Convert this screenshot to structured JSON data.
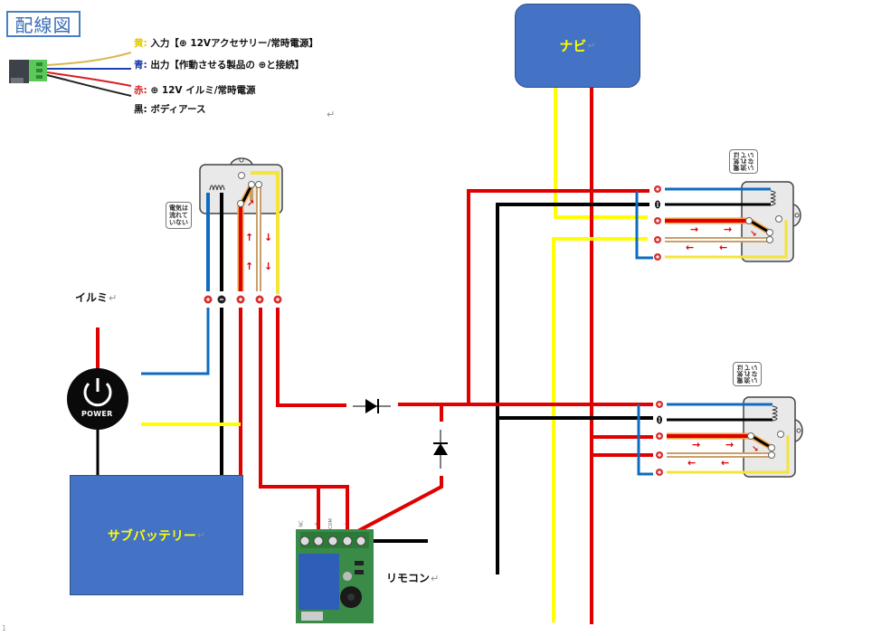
{
  "title": "配線図",
  "legend": [
    {
      "color_name": "黄",
      "color": "#e6c800",
      "text": "入力【⊕ 12Vアクセサリー/常時電源】"
    },
    {
      "color_name": "青",
      "color": "#1f3fb0",
      "text": "出力【作動させる製品の ⊕と接続】"
    },
    {
      "color_name": "赤",
      "color": "#d81e1e",
      "text": "⊕ 12V イルミ/常時電源"
    },
    {
      "color_name": "黒",
      "color": "#111111",
      "text": "ボディアース"
    }
  ],
  "legend_separator": ":",
  "return_mark": "↵",
  "components": {
    "navi": {
      "label": "ナビ"
    },
    "sub_battery": {
      "label": "サブバッテリー"
    },
    "illumi": {
      "label": "イルミ"
    },
    "remote": {
      "label": "リモコン"
    },
    "power_switch": {
      "label": "POWER"
    },
    "relay_note": {
      "text": "電気は流れていない"
    },
    "relay_note_lines": [
      "電気は",
      "流れて",
      "いない"
    ]
  },
  "terminal_symbols": {
    "plus": "+",
    "minus": "−"
  },
  "relay_pins": [
    "NC",
    "+",
    "COM",
    "-",
    ""
  ],
  "colors": {
    "wire_red": "#e00000",
    "wire_yellow": "#ffff00",
    "wire_blue": "#0e6cc0",
    "wire_black": "#000000",
    "box_blue": "#4472c4",
    "box_text_yellow": "#ffff00",
    "title_blue": "#3a6db8"
  },
  "page_marker": "1"
}
